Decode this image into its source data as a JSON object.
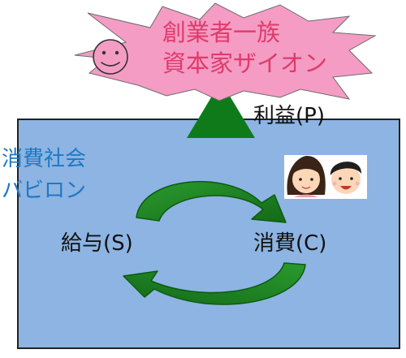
{
  "founder": {
    "line1": "創業者一族",
    "line2": "資本家ザイオン"
  },
  "profit_label": "利益(P)",
  "society": {
    "line1": "消費社会",
    "line2": "バビロン"
  },
  "wage_label": "給与(S)",
  "consumption_label": "消費(C)",
  "icons": [
    "smiley-face-icon",
    "girl-face-icon",
    "boy-face-icon"
  ],
  "colors": {
    "box_fill": "#8db4e2",
    "box_border": "#222222",
    "starburst_fill": "#f49cc4",
    "starburst_text": "#e03a6a",
    "triangle": "#0f7a1a",
    "arrow_fill": "#1f8f22",
    "arrow_edge": "#0c5a10",
    "society_text": "#1f78c4",
    "label_text": "#111111"
  }
}
